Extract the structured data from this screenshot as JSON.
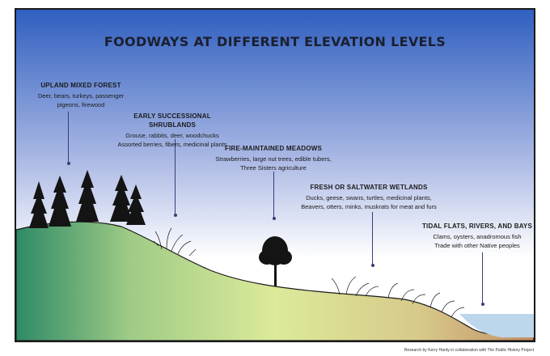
{
  "title": "FOODWAYS AT DIFFERENT ELEVATION LEVELS",
  "zones": [
    {
      "id": "upland",
      "heading": "UPLAND MIXED FOREST",
      "lines": [
        "Deer, bears, turkeys, passenger",
        "pigeons, firewood"
      ]
    },
    {
      "id": "shrubland",
      "heading": "EARLY SUCCESSIONAL SHRUBLANDS",
      "lines": [
        "Grouse, rabbits, deer, woodchucks",
        "Assorted berries, fibers, medicinal plants"
      ]
    },
    {
      "id": "meadows",
      "heading": "FIRE-MAINTAINED MEADOWS",
      "lines": [
        "Strawberries, large nut trees, edible tubers,",
        "Three Sisters agriculture"
      ]
    },
    {
      "id": "wetlands",
      "heading": "FRESH OR SALTWATER WETLANDS",
      "lines": [
        "Ducks, geese, swans, turtles, medicinal plants,",
        "Beavers, otters, minks, muskrats for meat and furs"
      ]
    },
    {
      "id": "tidal",
      "heading": "TIDAL FLATS, RIVERS, AND BAYS",
      "lines": [
        "Clams, oysters, anadromous fish",
        "Trade with other Native peoples"
      ]
    }
  ],
  "credit": "Research by Kerry Hardy in collaboration with The Public History Project",
  "colors": {
    "sky_top": "#2f5fc0",
    "sky_bottom": "#ffffff",
    "ground_left": "#2e8a66",
    "ground_mid": "#dcea9a",
    "ground_right": "#c99a6a",
    "water": "#bcd6ec",
    "leader": "#3a3c78"
  }
}
